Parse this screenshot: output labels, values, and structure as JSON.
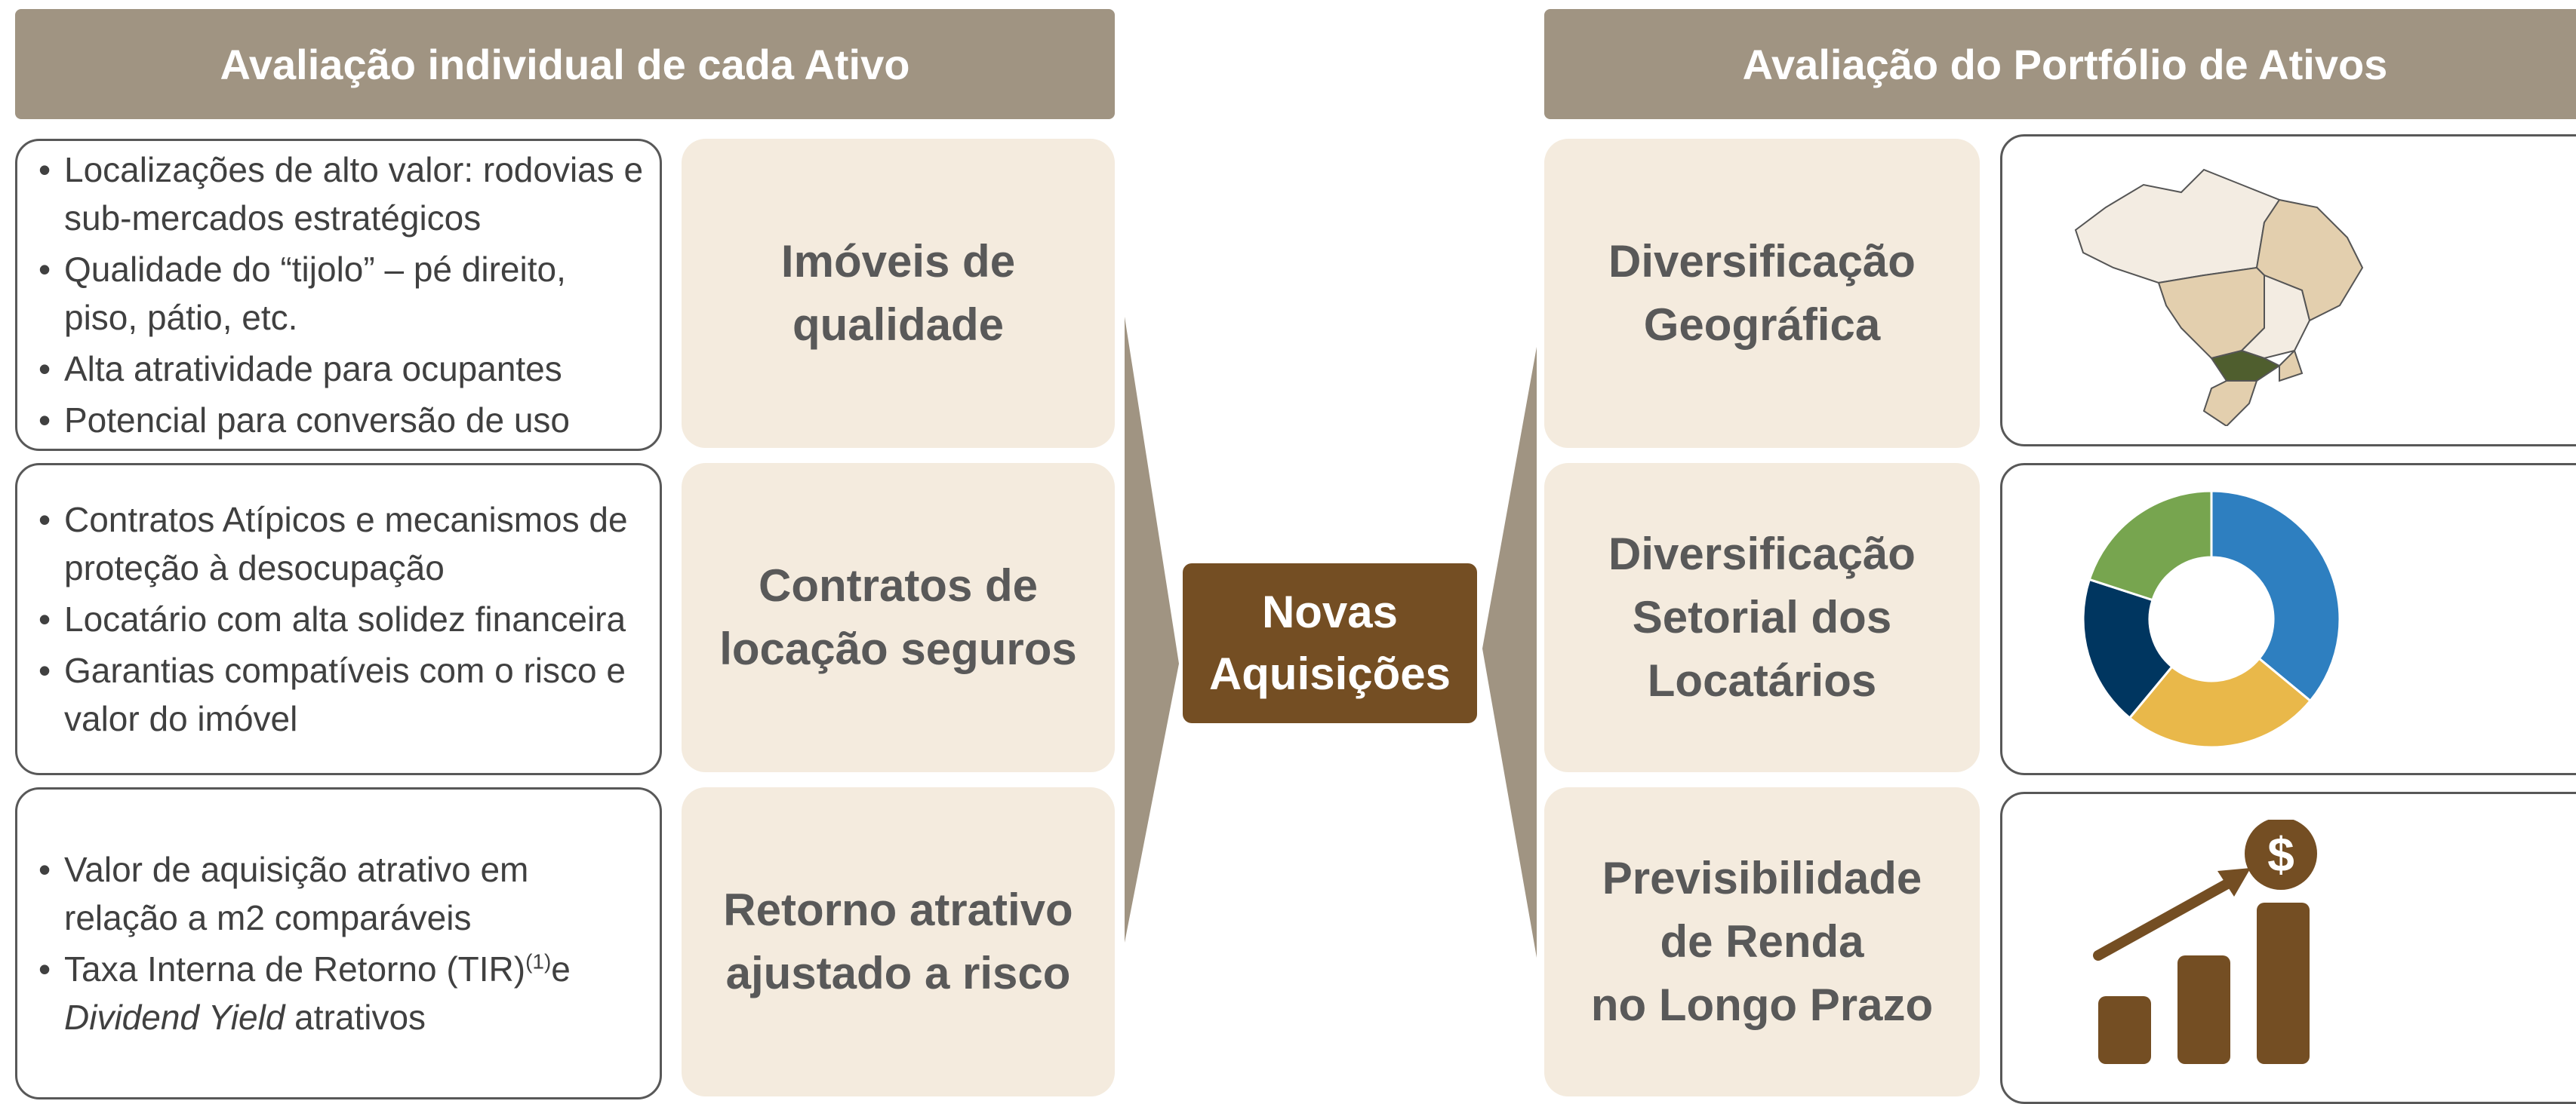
{
  "left_header": "Avaliação individual de cada Ativo",
  "right_header": "Avaliação do Portfólio de Ativos",
  "center_label": "Novas\nAquisições",
  "left_rows": [
    {
      "bullets": [
        "Localizações de alto valor: rodovias e sub-mercados estratégicos",
        "Qualidade do “tijolo” – pé direito, piso, pátio, etc.",
        "Alta atratividade para ocupantes",
        "Potencial para conversão de uso"
      ],
      "tag": "Imóveis de\nqualidade"
    },
    {
      "bullets": [
        "Contratos Atípicos e mecanismos de proteção à desocupação",
        "Locatário com alta solidez financeira",
        "Garantias compatíveis com o risco e valor do imóvel"
      ],
      "tag": "Contratos de\nlocação seguros"
    },
    {
      "bullets": [
        "Valor de aquisição atrativo em relação a m2 comparáveis"
      ],
      "tir_text": "Taxa Interna de Retorno (TIR)",
      "tir_sup": "(1)",
      "tir_e": "e",
      "dividend_italic": "Dividend Yield",
      "dividend_rest": " atrativos",
      "tag": "Retorno atrativo\najustado a risco"
    }
  ],
  "right_rows": [
    {
      "tag": "Diversificação\nGeográfica",
      "icon": "brazil-map-icon"
    },
    {
      "tag": "Diversificação\nSetorial dos\nLocatários",
      "icon": "donut-chart-icon"
    },
    {
      "tag": "Previsibilidade\nde Renda\nno Longo Prazo",
      "icon": "growth-bars-dollar-icon",
      "dollar": "$"
    }
  ],
  "colors": {
    "header": "#a09482",
    "tag_bg": "#f4ebde",
    "center": "#744e23",
    "arrow": "#a09482",
    "donut": [
      "#2e7fc0",
      "#e9b84a",
      "#003660",
      "#77a54f"
    ],
    "map_sp": "#4f5e2e",
    "map_light": "#f3ece2",
    "map_mid": "#e3cfae"
  }
}
